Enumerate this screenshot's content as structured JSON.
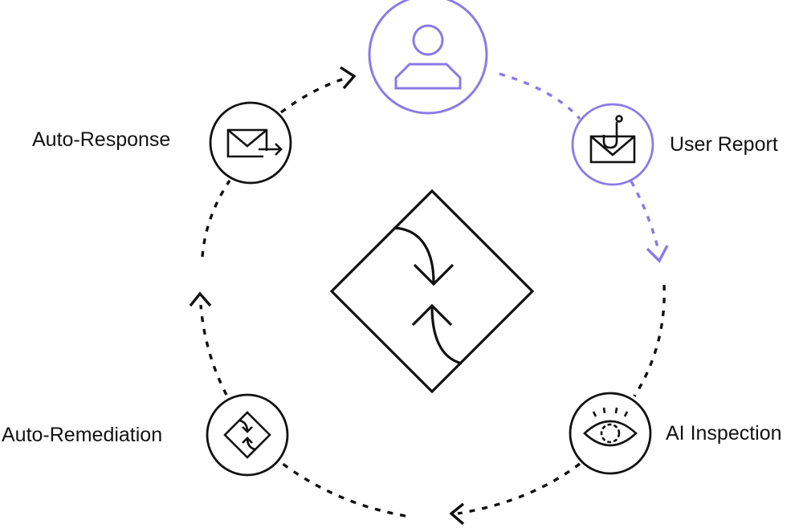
{
  "diagram": {
    "type": "cycle",
    "nodes": [
      {
        "id": "user",
        "label": "",
        "icon": "user-icon",
        "highlighted": true
      },
      {
        "id": "user-report",
        "label": "User Report",
        "icon": "phishing-mail-icon",
        "highlighted": true
      },
      {
        "id": "ai-inspection",
        "label": "AI Inspection",
        "icon": "eye-icon",
        "highlighted": false
      },
      {
        "id": "auto-remediation",
        "label": "Auto-Remediation",
        "icon": "remediation-diamond-icon",
        "highlighted": false
      },
      {
        "id": "auto-response",
        "label": "Auto-Response",
        "icon": "mail-forward-icon",
        "highlighted": false
      }
    ],
    "center_icon": "cycle-diamond-icon",
    "colors": {
      "accent": "#8b7ae6",
      "ink": "#111111"
    }
  }
}
